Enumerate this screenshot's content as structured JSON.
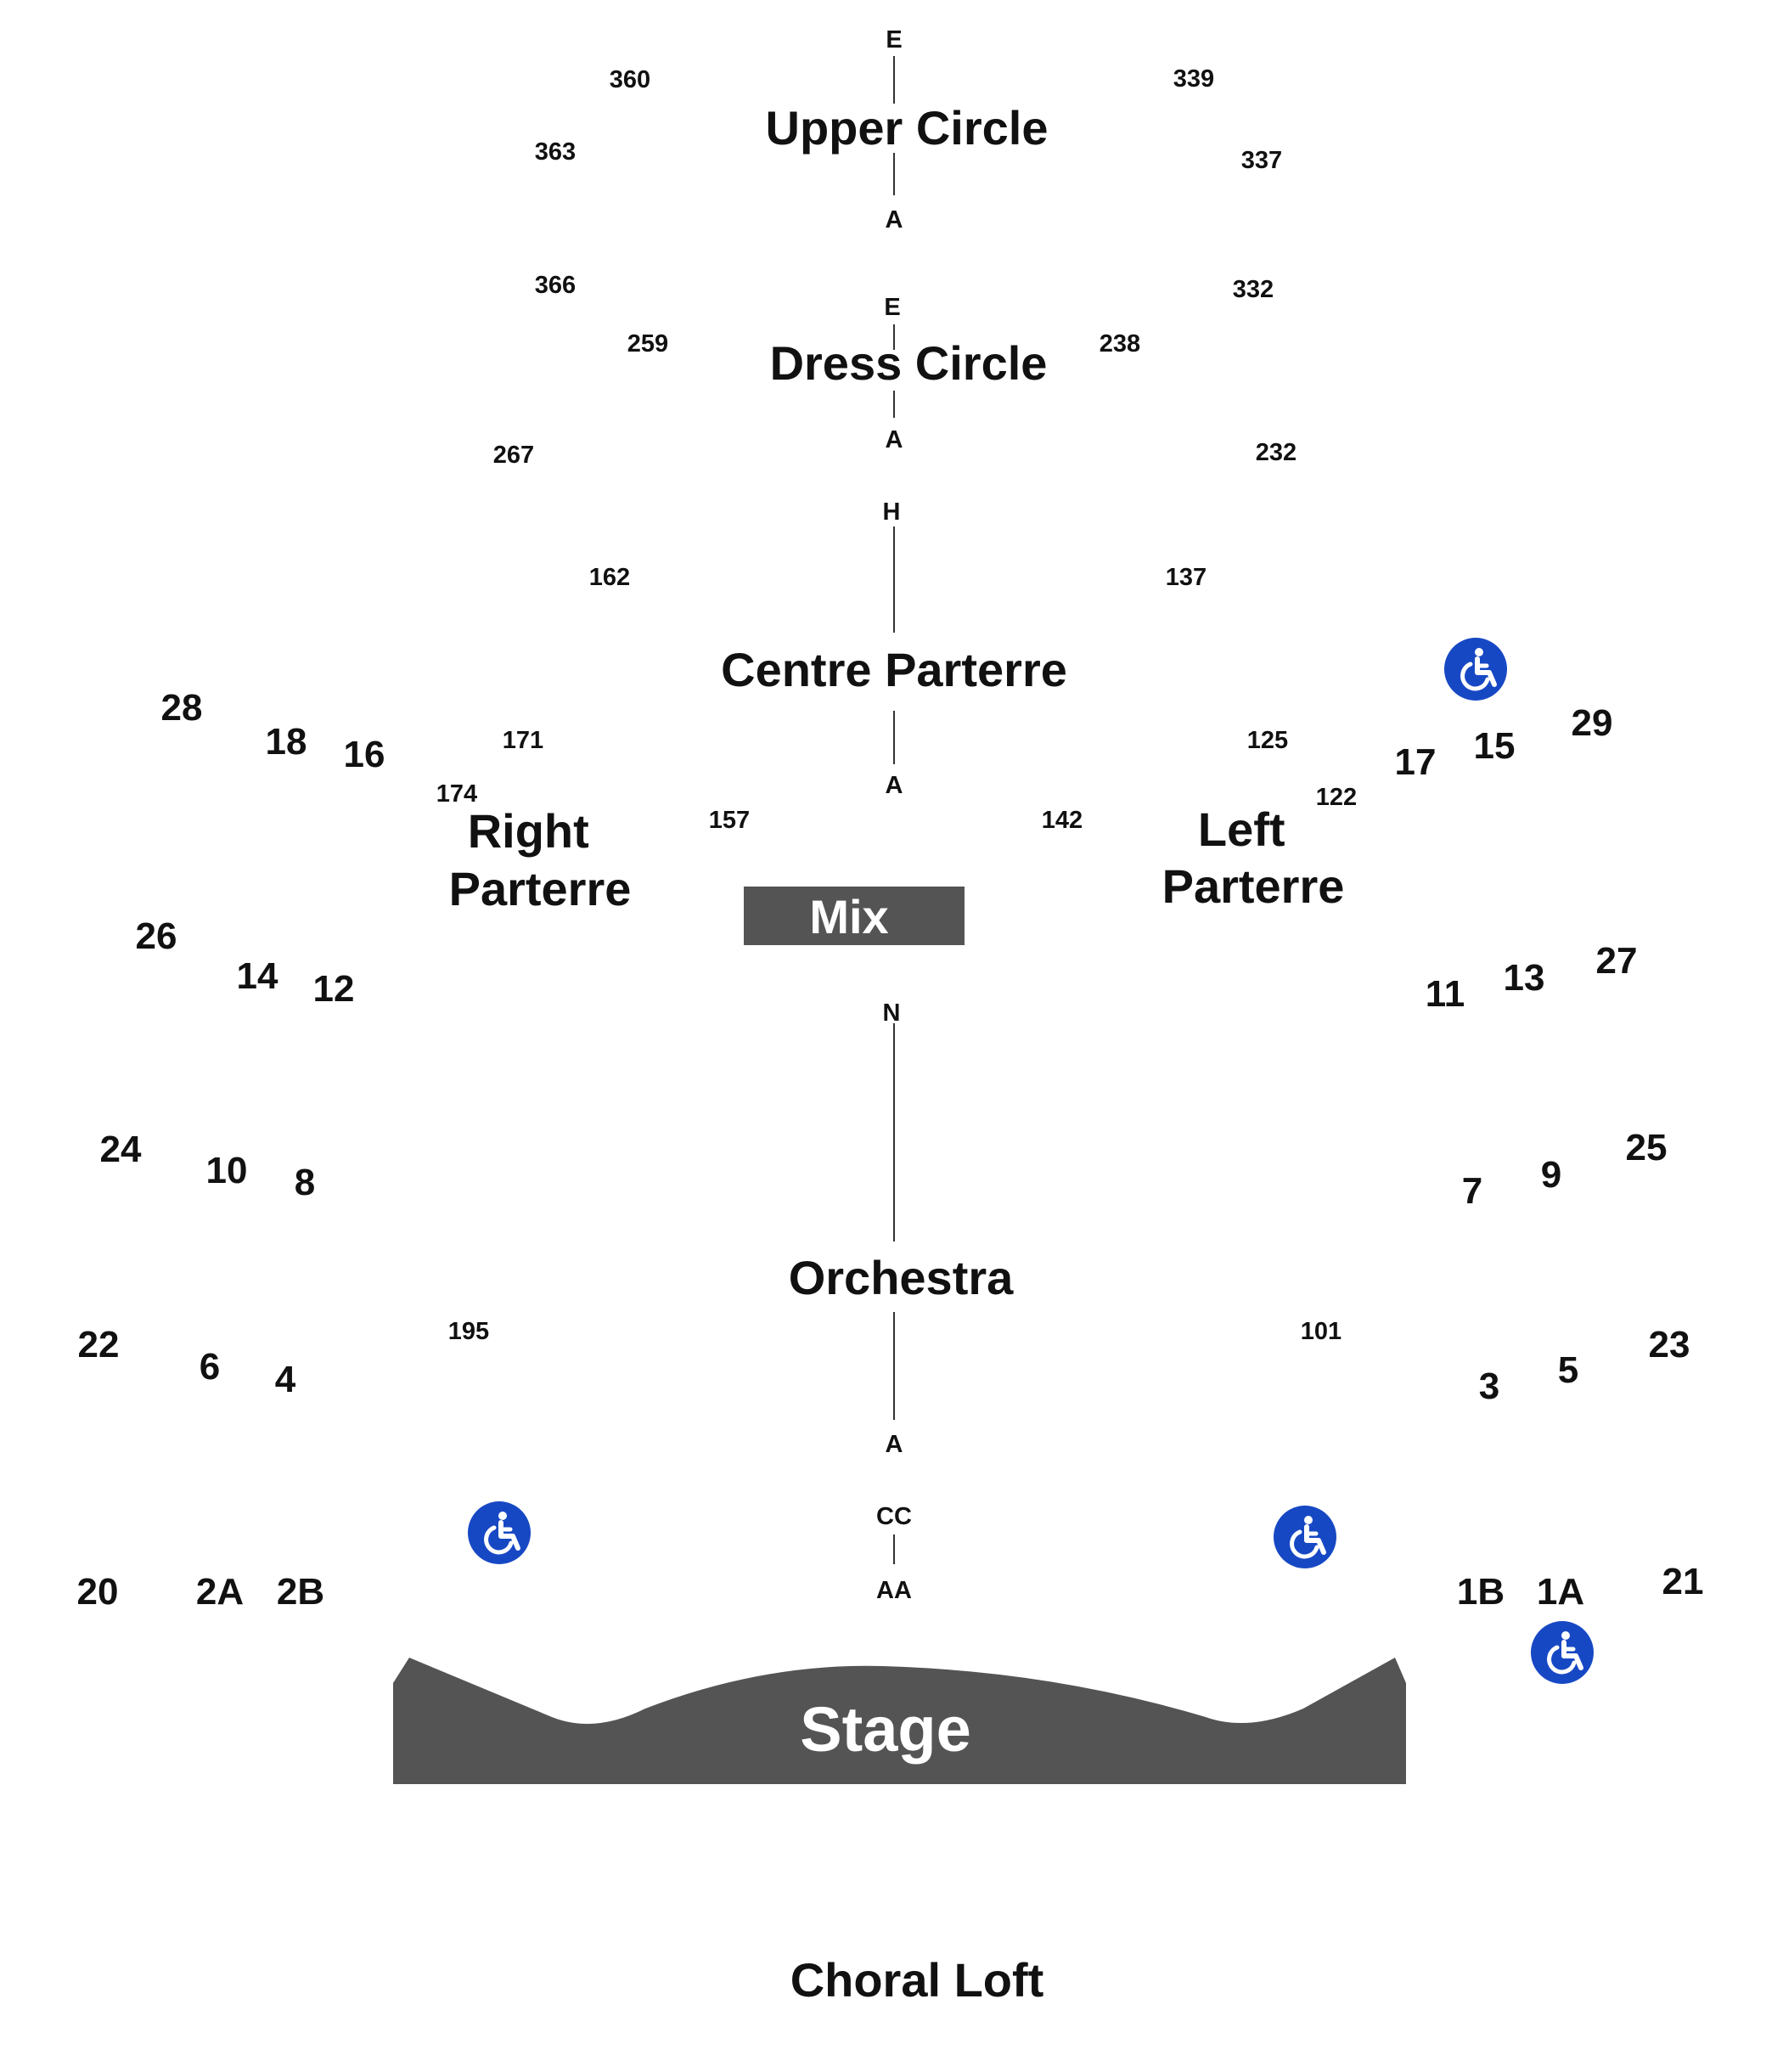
{
  "sections": {
    "upper_circle": "Upper Circle",
    "dress_circle": "Dress Circle",
    "centre_parterre": "Centre Parterre",
    "right_parterre_1": "Right",
    "right_parterre_2": "Parterre",
    "left_parterre_1": "Left",
    "left_parterre_2": "Parterre",
    "mix": "Mix",
    "orchestra": "Orchestra",
    "stage": "Stage",
    "choral_loft": "Choral Loft"
  },
  "rows": {
    "upper_e": "E",
    "upper_a": "A",
    "dress_e": "E",
    "dress_a": "A",
    "parterre_h": "H",
    "parterre_a": "A",
    "orchestra_n": "N",
    "orchestra_a": "A",
    "pit_cc": "CC",
    "pit_aa": "AA"
  },
  "seat_numbers": {
    "s360": "360",
    "s339": "339",
    "s363": "363",
    "s337": "337",
    "s366": "366",
    "s332": "332",
    "s259": "259",
    "s238": "238",
    "s267": "267",
    "s232": "232",
    "s162": "162",
    "s137": "137",
    "s171": "171",
    "s125": "125",
    "s174": "174",
    "s122": "122",
    "s157": "157",
    "s142": "142",
    "s195": "195",
    "s101": "101"
  },
  "boxes": {
    "b28": "28",
    "b18": "18",
    "b16": "16",
    "b17": "17",
    "b15": "15",
    "b29": "29",
    "b26": "26",
    "b14": "14",
    "b12": "12",
    "b11": "11",
    "b13": "13",
    "b27": "27",
    "b24": "24",
    "b10": "10",
    "b8": "8",
    "b7": "7",
    "b9": "9",
    "b25": "25",
    "b22": "22",
    "b6": "6",
    "b4": "4",
    "b3": "3",
    "b5": "5",
    "b23": "23",
    "b20": "20",
    "b2A": "2A",
    "b2B": "2B",
    "b1B": "1B",
    "b1A": "1A",
    "b21": "21"
  },
  "accessibility": [
    "wheelchair-icon",
    "wheelchair-icon",
    "wheelchair-icon",
    "wheelchair-icon"
  ],
  "colors": {
    "stage_fill": "#545454",
    "wheelchair_blue": "#1748c4"
  }
}
